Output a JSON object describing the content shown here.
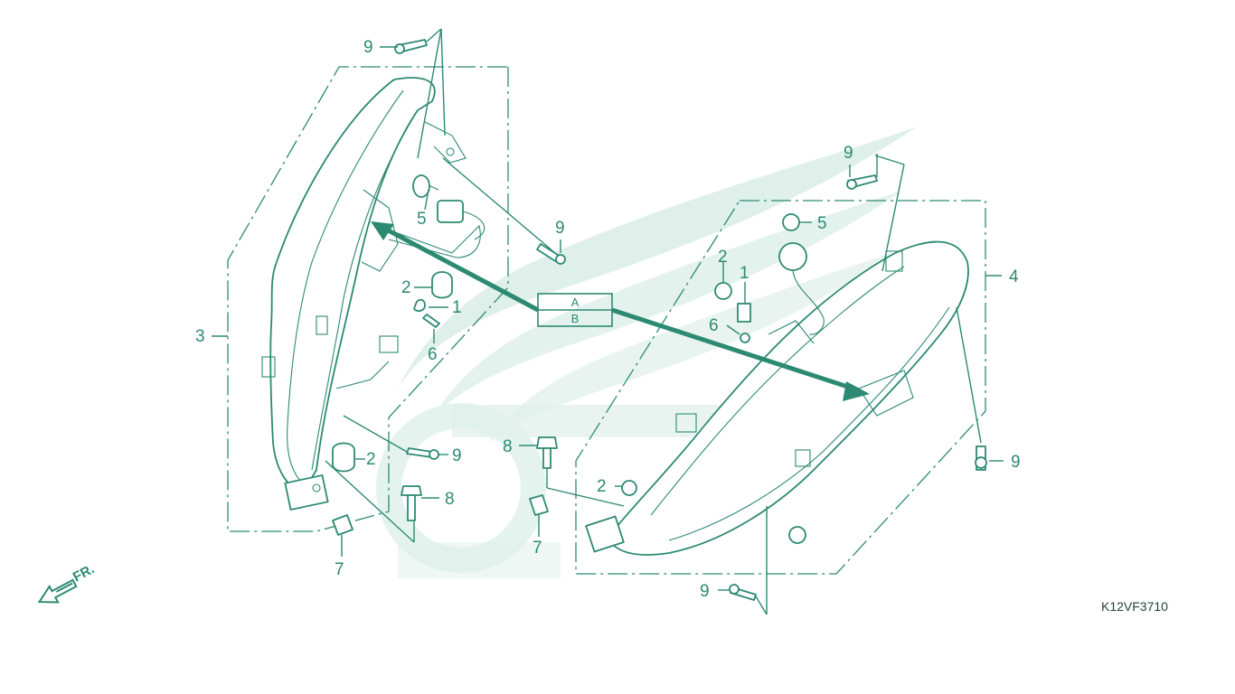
{
  "diagram": {
    "callouts": {
      "c9_top": "9",
      "c5_left": "5",
      "c9_left_mid": "9",
      "c2_left_upper": "2",
      "c1_left": "1",
      "c6_left": "6",
      "c3": "3",
      "c9_left_lower": "9",
      "c2_left_lower": "2",
      "c8_left": "8",
      "c7_left": "7",
      "c9_right_top": "9",
      "c5_right": "5",
      "c2_right_upper": "2",
      "c1_right": "1",
      "c6_right": "6",
      "c4": "4",
      "c8_center": "8",
      "c2_center": "2",
      "c7_center": "7",
      "c9_right_side": "9",
      "c9_bottom": "9"
    },
    "ref_box": {
      "a": "A",
      "b": "B"
    },
    "direction_label": "FR.",
    "diagram_code": "K12VF3710"
  },
  "colors": {
    "line": "#2c8a72",
    "watermark": "#dff0ea",
    "text_dark": "#1f3f36"
  },
  "icons": {
    "direction_arrow": "front-direction-arrow-icon",
    "watermark": "honda-wing-watermark-icon"
  }
}
